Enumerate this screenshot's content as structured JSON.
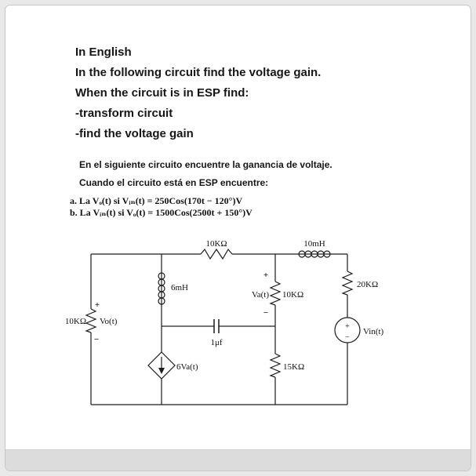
{
  "document": {
    "english_lines": [
      "In English",
      "In the following circuit find the voltage gain.",
      "When the circuit is in ESP find:",
      "-transform circuit",
      "-find the voltage gain"
    ],
    "spanish_lines": [
      "En el siguiente circuito encuentre la ganancia de voltaje.",
      "Cuando el circuito está en ESP encuentre:"
    ],
    "problem_items": [
      "a. La Vₒ(t)  si Vᵢₙ(t) = 250Cos(170t − 120°)V",
      "b. La Vᵢₙ(t)  si Vₒ(t) = 1500Cos(2500t + 150°)V"
    ],
    "circuit": {
      "top_resistor": "10KΩ",
      "top_inductor": "10mH",
      "left_inductor": "6mH",
      "right_resistor": "20KΩ",
      "va_label": "Va(t)",
      "va_resistor": "10KΩ",
      "output_resistor": "10KΩ",
      "output_voltage": "Vo(t)",
      "capacitor": "1μf",
      "dependent_source": "6Va(t)",
      "bottom_resistor": "15KΩ",
      "input_source": "Vin(t)",
      "plus": "+",
      "minus": "−"
    }
  }
}
